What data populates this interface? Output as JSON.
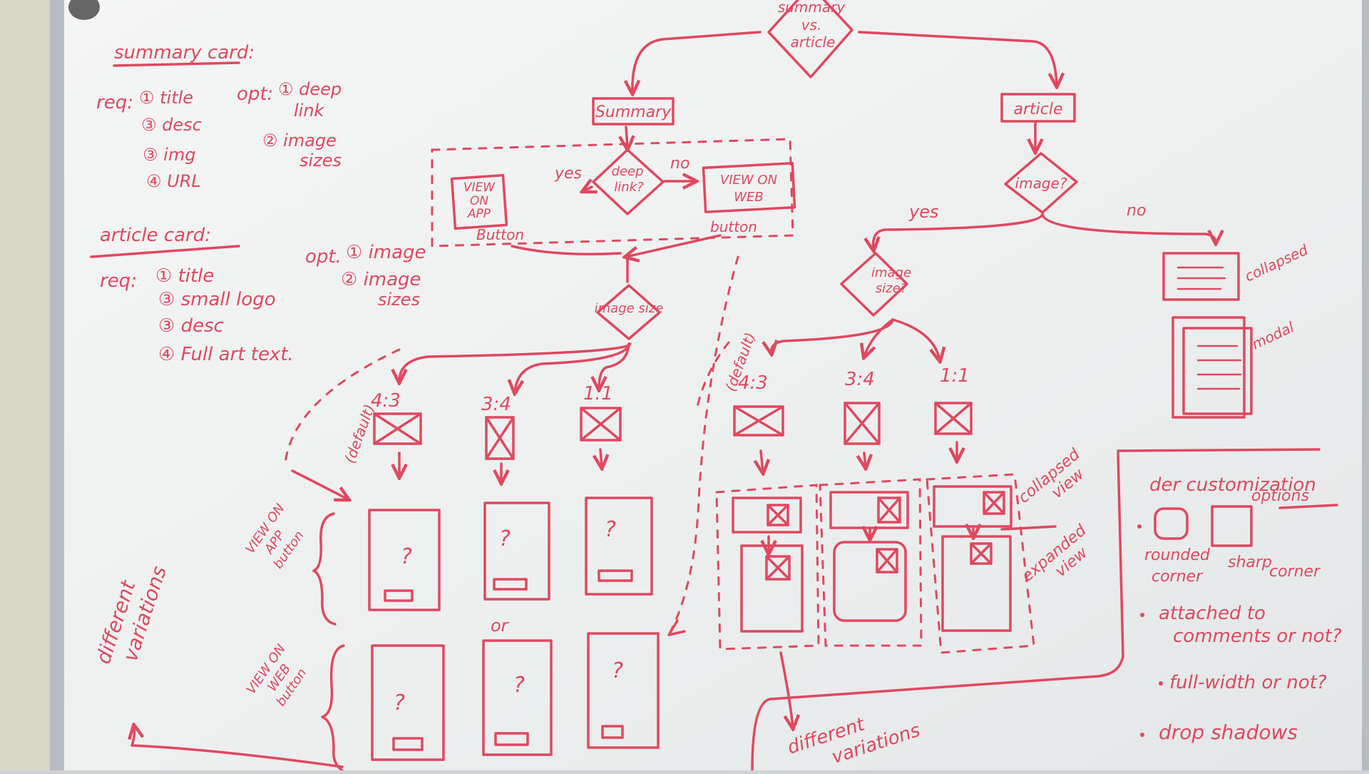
{
  "summary_card": {
    "heading": "summary card:",
    "req_label": "req:",
    "req_items": [
      "① title",
      "③ desc",
      "③ img",
      "④ URL"
    ],
    "opt_label": "opt:",
    "opt_items": [
      "① deep",
      "link",
      "② image",
      "sizes"
    ]
  },
  "article_card": {
    "heading": "article card:",
    "req_label": "req:",
    "req_items": [
      "① title",
      "③ small logo",
      "③ desc",
      "④ Full art text."
    ],
    "opt_label": "opt.",
    "opt_items": [
      "① image",
      "② image",
      "sizes"
    ]
  },
  "flow": {
    "top_decision": [
      "summary",
      "vs.",
      "article"
    ],
    "summary_box": "Summary",
    "article_box": "article",
    "deep_link": [
      "deep",
      "link?"
    ],
    "yes_left": "yes",
    "no_left": "no",
    "view_app": [
      "VIEW",
      "ON",
      "APP"
    ],
    "view_app_caption": "Button",
    "view_web": [
      "VIEW ON",
      "WEB"
    ],
    "view_web_caption": "button",
    "image_size_left": "image size",
    "image_right": "image?",
    "yes_right": "yes",
    "no_right": "no",
    "image_size_right": [
      "image",
      "size?"
    ],
    "collapsed": "collapsed",
    "modal": "modal",
    "default_left": "(default)",
    "default_right": "(default)",
    "ratio_43": "4:3",
    "ratio_34": "3:4",
    "ratio_11": "1:1",
    "qmark": "?",
    "or": "or",
    "view_app_button_label": [
      "VIEW ON",
      "APP",
      "button"
    ],
    "view_web_button_label": [
      "VIEW ON",
      "WEB",
      "button"
    ],
    "different_variations_left": [
      "different",
      "variations"
    ],
    "different_variations_bottom": [
      "different",
      "variations"
    ],
    "collapsed_view": [
      "collapsed",
      "view"
    ],
    "expanded_view": [
      "expanded",
      "view"
    ]
  },
  "customization": {
    "heading": [
      "der customization",
      "options"
    ],
    "rounded": [
      "rounded",
      "corner"
    ],
    "sharp": [
      "sharp",
      "corner"
    ],
    "bullets": [
      "attached to",
      "comments or not?",
      "full-width or not?",
      "drop shadows"
    ]
  },
  "colors": {
    "ink": "#e0485e",
    "board": "#f3f4f4",
    "frame": "#b7bcc0",
    "wall": "#d8d6c4"
  }
}
